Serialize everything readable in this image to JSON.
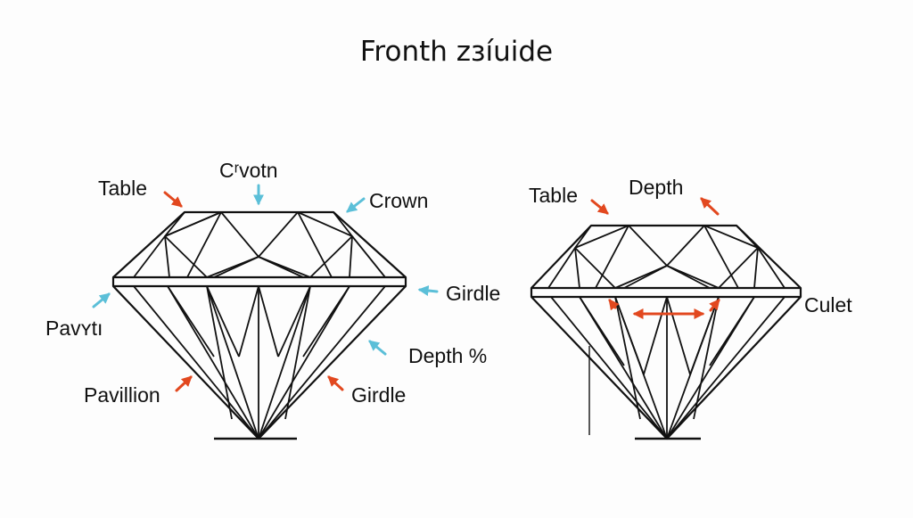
{
  "title": "Fronth zзíuide",
  "colors": {
    "outline": "#111111",
    "arrow_orange": "#e2481f",
    "arrow_blue": "#5bbfd8",
    "background": "#fdfdfd"
  },
  "left_diagram": {
    "labels": {
      "table": "Table",
      "crown_top": "Cʳvotn",
      "crown": "Crown",
      "girdle": "Girdle",
      "pavilion_partial": "Pavʏtı",
      "depth_percent": "Depth %",
      "pavilion": "Pavillion",
      "girdle_lower": "Girdle"
    }
  },
  "right_diagram": {
    "labels": {
      "table": "Table",
      "depth": "Depth",
      "culet": "Culet"
    }
  }
}
